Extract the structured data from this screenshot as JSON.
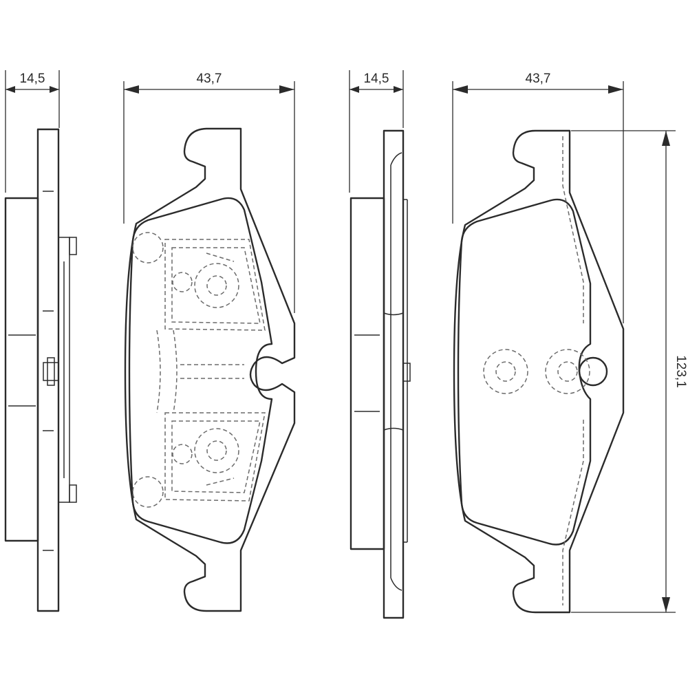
{
  "dimensions": {
    "left_thickness": "14,5",
    "left_width": "43,7",
    "right_thickness": "14,5",
    "right_width": "43,7",
    "height": "123,1"
  }
}
